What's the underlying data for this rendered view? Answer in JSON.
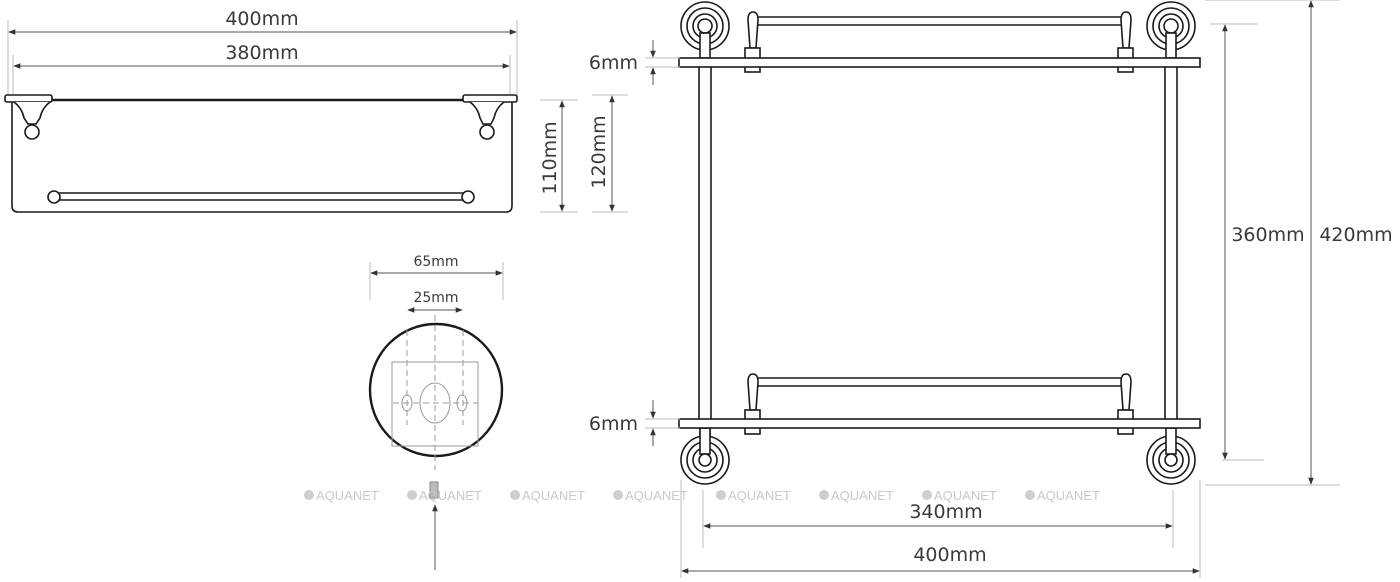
{
  "front_view": {
    "overall_width": "400mm",
    "glass_width": "380mm",
    "height_glass": "110mm",
    "height_total": "120mm"
  },
  "bracket_detail": {
    "rosette_diameter": "65mm",
    "hole_spacing": "25mm"
  },
  "top_view": {
    "glass_thickness_top": "6mm",
    "glass_thickness_bottom": "6mm",
    "inner_depth": "360mm",
    "overall_depth": "420mm",
    "rail_width": "340mm",
    "overall_width": "400mm"
  },
  "watermarks": [
    "AQUANET",
    "AQUANET",
    "AQUANET",
    "AQUANET",
    "AQUANET",
    "AQUANET",
    "AQUANET",
    "AQUANET"
  ],
  "colors": {
    "line": "#1a1a1a",
    "dimension": "#555555",
    "watermark": "#c4c4c4"
  }
}
